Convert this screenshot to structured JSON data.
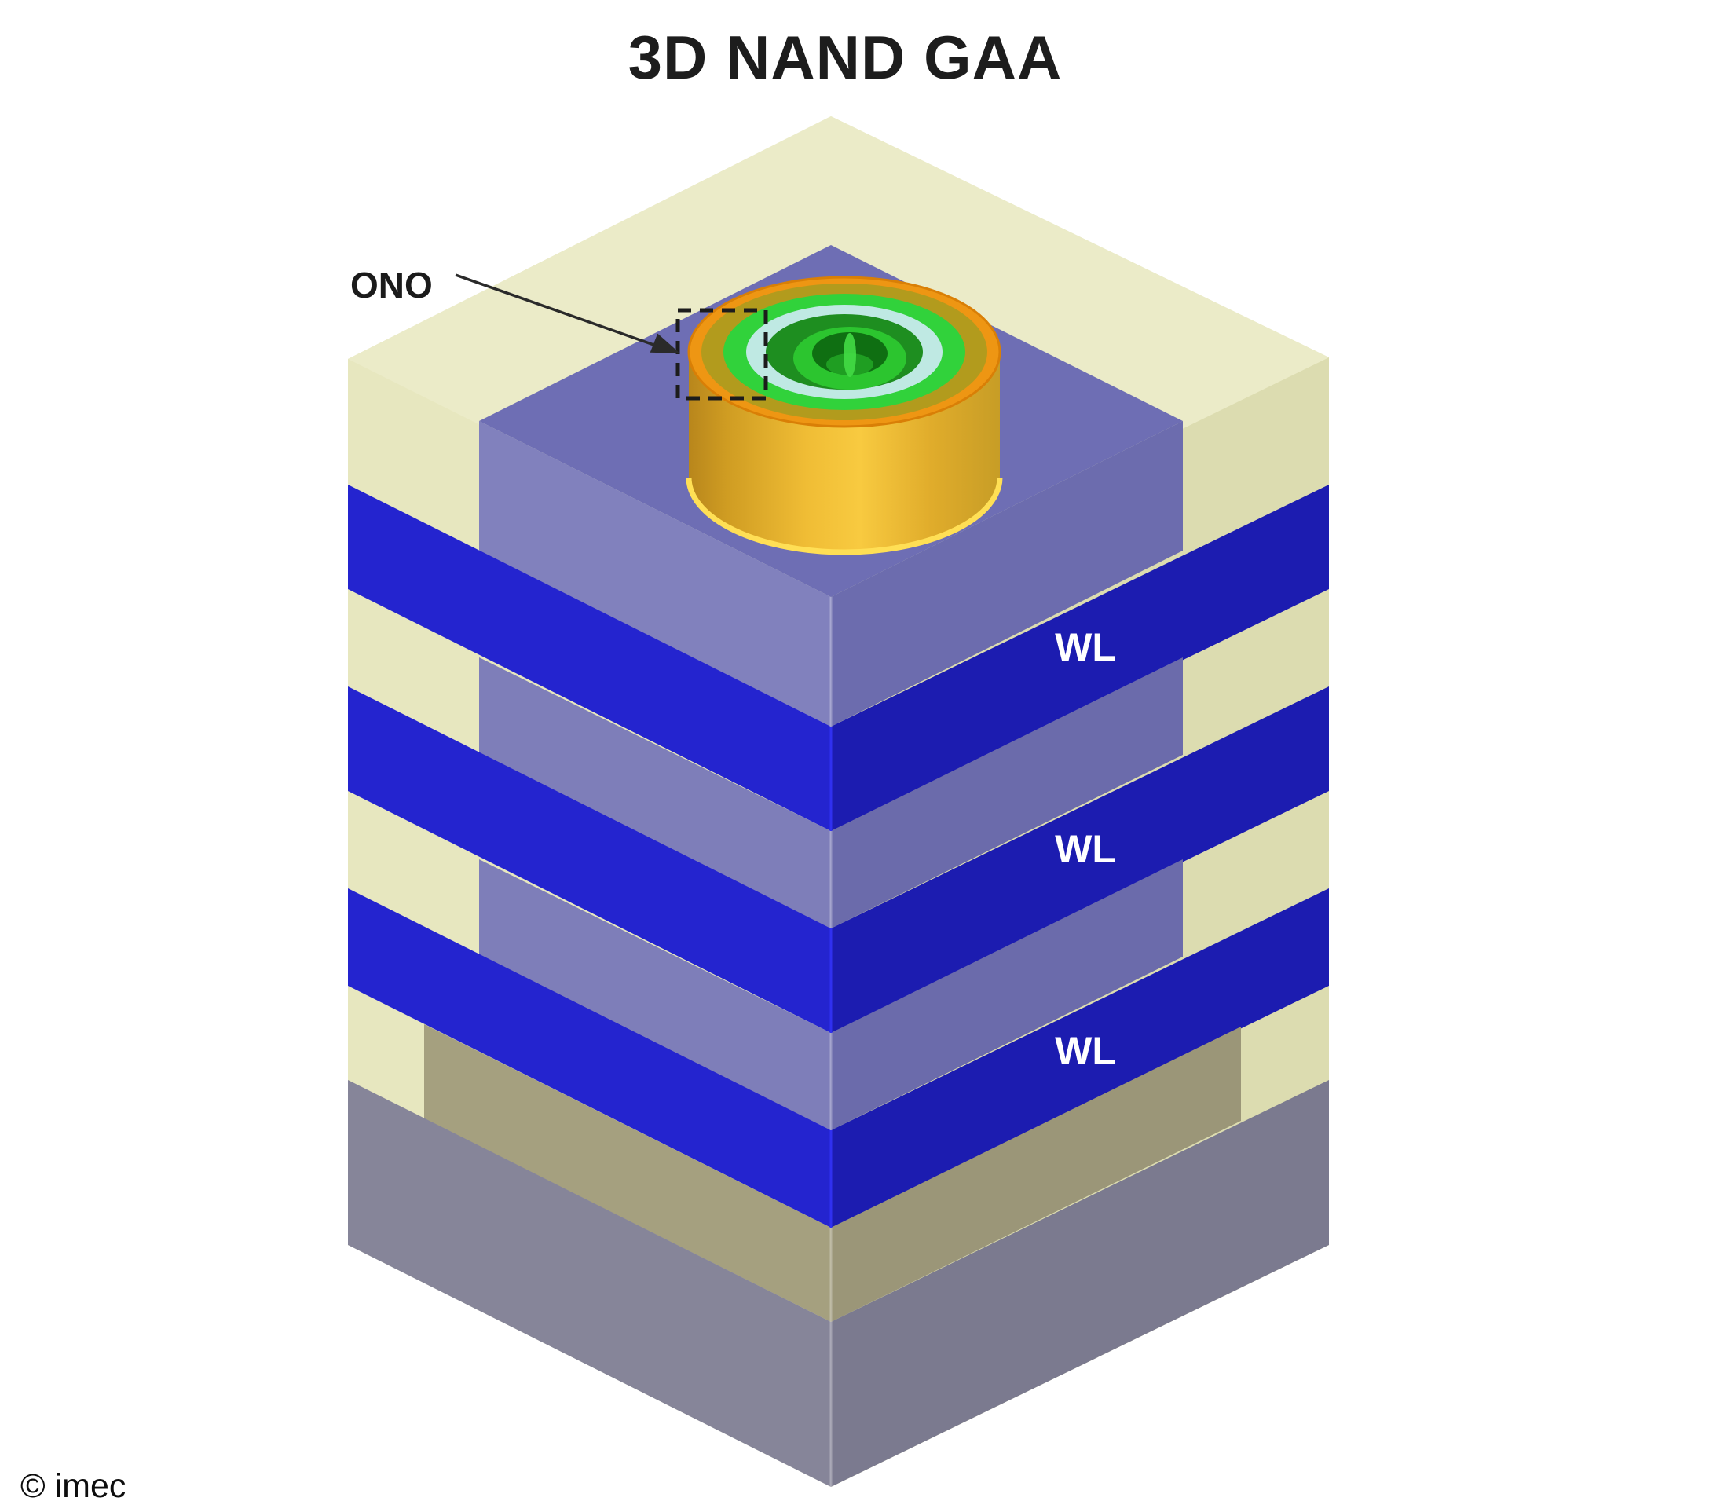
{
  "title": "3D NAND GAA",
  "annotations": {
    "ono_label": "ONO",
    "copyright": "© imec"
  },
  "wl_labels": [
    "WL",
    "WL",
    "WL"
  ],
  "structure": {
    "stack_description": "isometric 3D NAND gate-all-around stack",
    "visible_layers": [
      "translucent oxide shell",
      "WL",
      "WL",
      "WL",
      "substrate base",
      "channel pillar with ONO rings"
    ]
  },
  "colors": {
    "oxide_top": "#ebebc8",
    "oxide_left": "#e7e7bf",
    "oxide_right": "#dcdcb0",
    "stack_top": "#6e6eb4",
    "periwinkle_left": "#7e7eb9",
    "periwinkle_right": "#6b6bab",
    "wordline_left": "#2424cf",
    "wordline_right": "#1c1cb0",
    "base_top_olive": "#a5a07f",
    "base_left": "#868599",
    "base_right": "#7b7a8f",
    "pillar_gold": "#f0bd35",
    "ring_orange": "#ee9613",
    "ring_olive": "#b29b1d",
    "ring_green": "#31d23b",
    "ring_cyan": "#bfe9e3",
    "ring_dark_green": "#1e8e20",
    "label_white": "#ffffff",
    "text_dark": "#1d1d1d"
  }
}
